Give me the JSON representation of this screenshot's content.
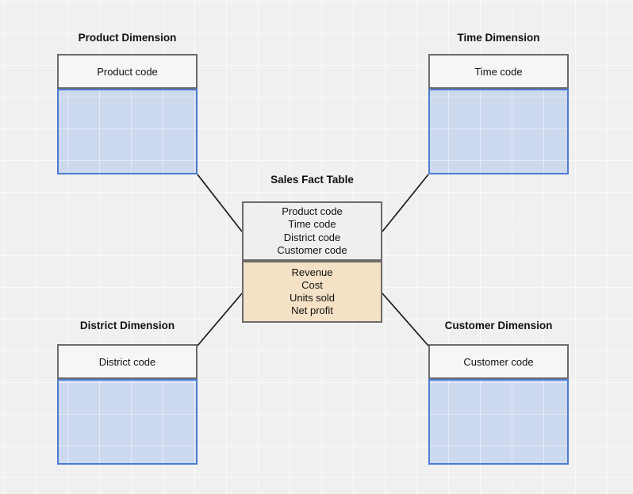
{
  "canvas": {
    "background_color": "#f0f0f0",
    "grid_line_color": "#f9f9f9"
  },
  "diagram_type": "star-schema",
  "fact_table": {
    "title": "Sales Fact Table",
    "keys": [
      "Product code",
      "Time code",
      "District code",
      "Customer code"
    ],
    "measures": [
      "Revenue",
      "Cost",
      "Units sold",
      "Net profit"
    ],
    "keys_fill": "#efefef",
    "measures_fill": "#f5e1c5",
    "border_color": "#6b6b6b"
  },
  "dimensions": {
    "product": {
      "title": "Product Dimension",
      "field": "Product code"
    },
    "time": {
      "title": "Time Dimension",
      "field": "Time code"
    },
    "district": {
      "title": "District Dimension",
      "field": "District code"
    },
    "customer": {
      "title": "Customer Dimension",
      "field": "Customer code"
    }
  },
  "dimension_style": {
    "header_fill": "#f6f6f6",
    "header_border": "#6b6b6b",
    "body_fill": "#cdd9ee",
    "body_border": "#4c7bd2"
  },
  "connector_color": "#1c1c1c"
}
